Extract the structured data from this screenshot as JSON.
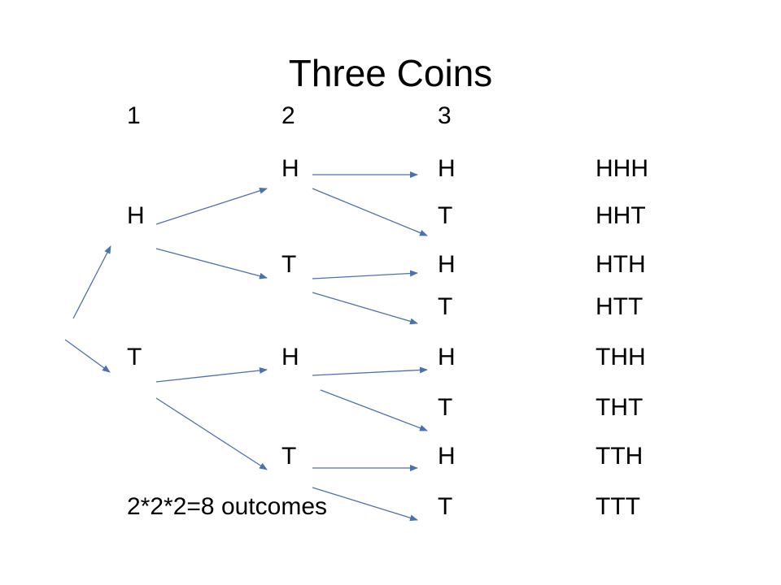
{
  "title": "Three Coins",
  "headers": [
    "1",
    "2",
    "3"
  ],
  "coin1": [
    "H",
    "T"
  ],
  "coin2": [
    "H",
    "T",
    "H",
    "T"
  ],
  "coin3": [
    "H",
    "T",
    "H",
    "T",
    "H",
    "T",
    "H",
    "T"
  ],
  "outcomes": [
    "HHH",
    "HHT",
    "HTH",
    "HTT",
    "THH",
    "THT",
    "TTH",
    "TTT"
  ],
  "summary": "2*2*2=8 outcomes",
  "colors": {
    "arrow": "#4a72b0",
    "text": "#000000"
  }
}
